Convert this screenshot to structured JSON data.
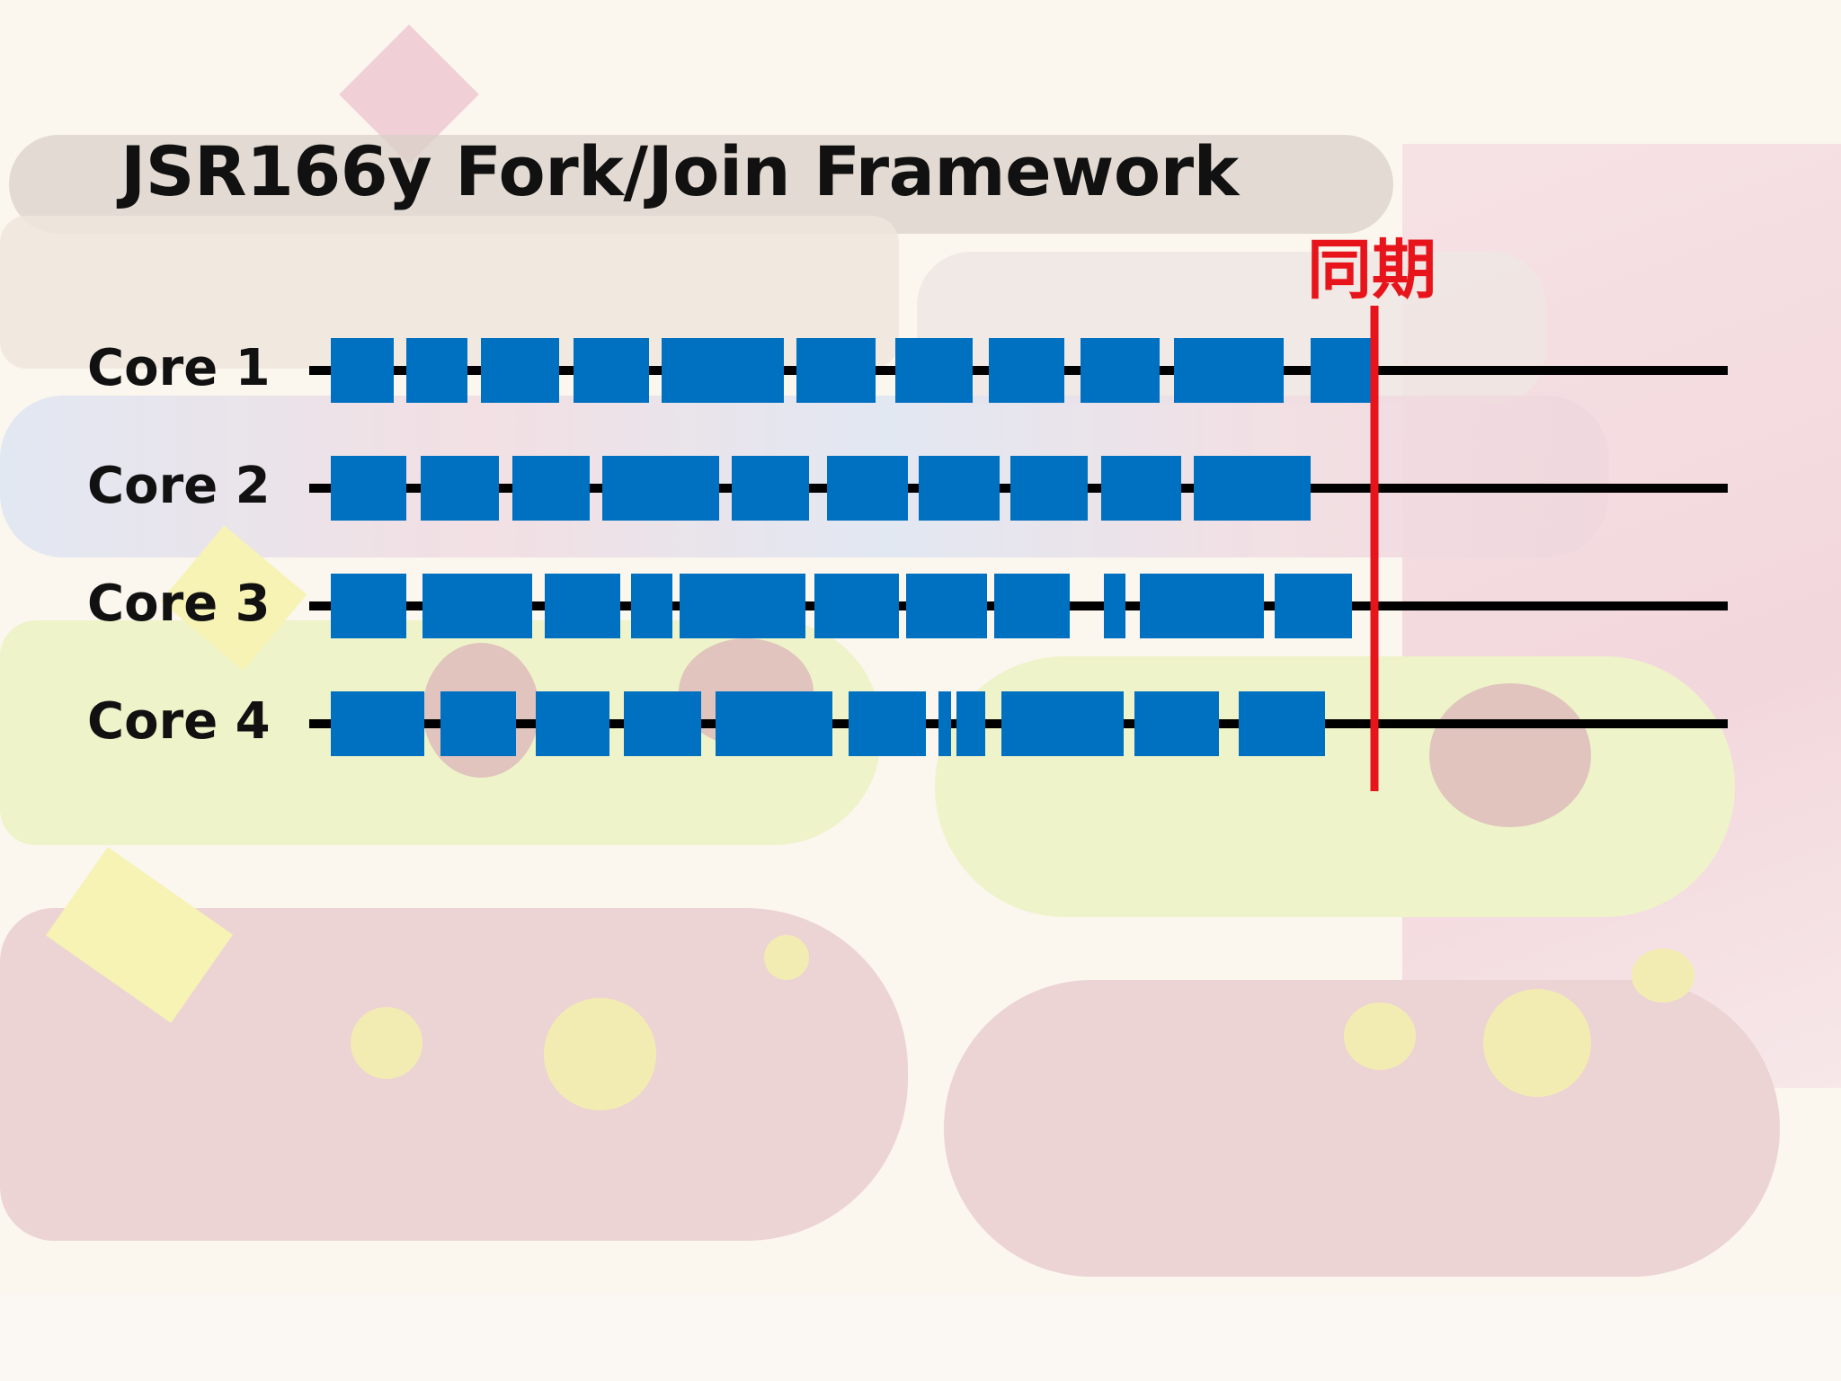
{
  "title": "JSR166y Fork/Join Framework",
  "sync_label": "同期",
  "colors": {
    "task": "#0070c0",
    "timeline": "#000000",
    "sync": "#e8141c",
    "text": "#111111"
  },
  "cores": [
    {
      "label": "Core 1"
    },
    {
      "label": "Core 2"
    },
    {
      "label": "Core 3"
    },
    {
      "label": "Core 4"
    }
  ]
}
